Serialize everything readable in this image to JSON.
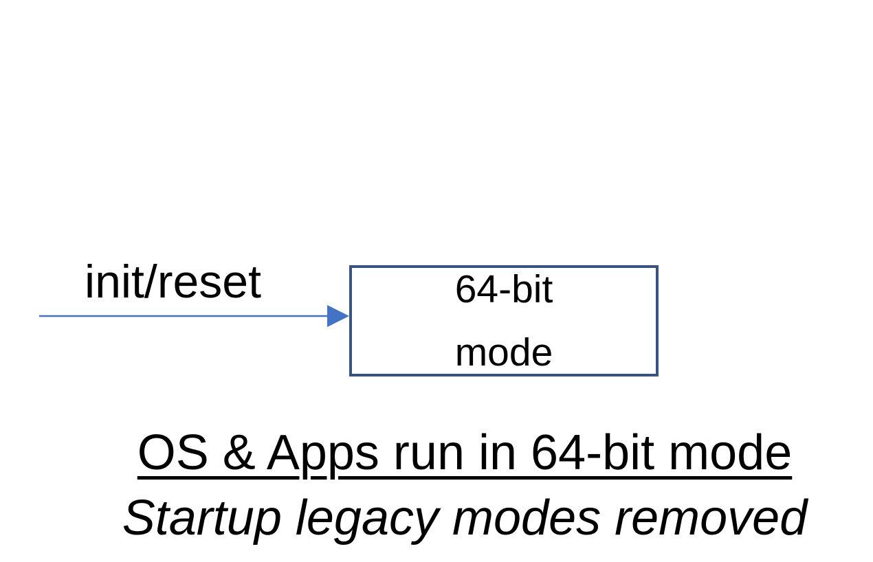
{
  "colors": {
    "arrow": "#4472C4",
    "box_border": "#3A547E",
    "text": "#000000",
    "background": "#FFFFFF"
  },
  "diagram": {
    "arrow_label": "init/reset",
    "box": {
      "line1": "64-bit",
      "line2": "mode"
    }
  },
  "caption": {
    "line1": "OS & Apps run in 64-bit mode",
    "line2": "Startup legacy modes removed"
  }
}
